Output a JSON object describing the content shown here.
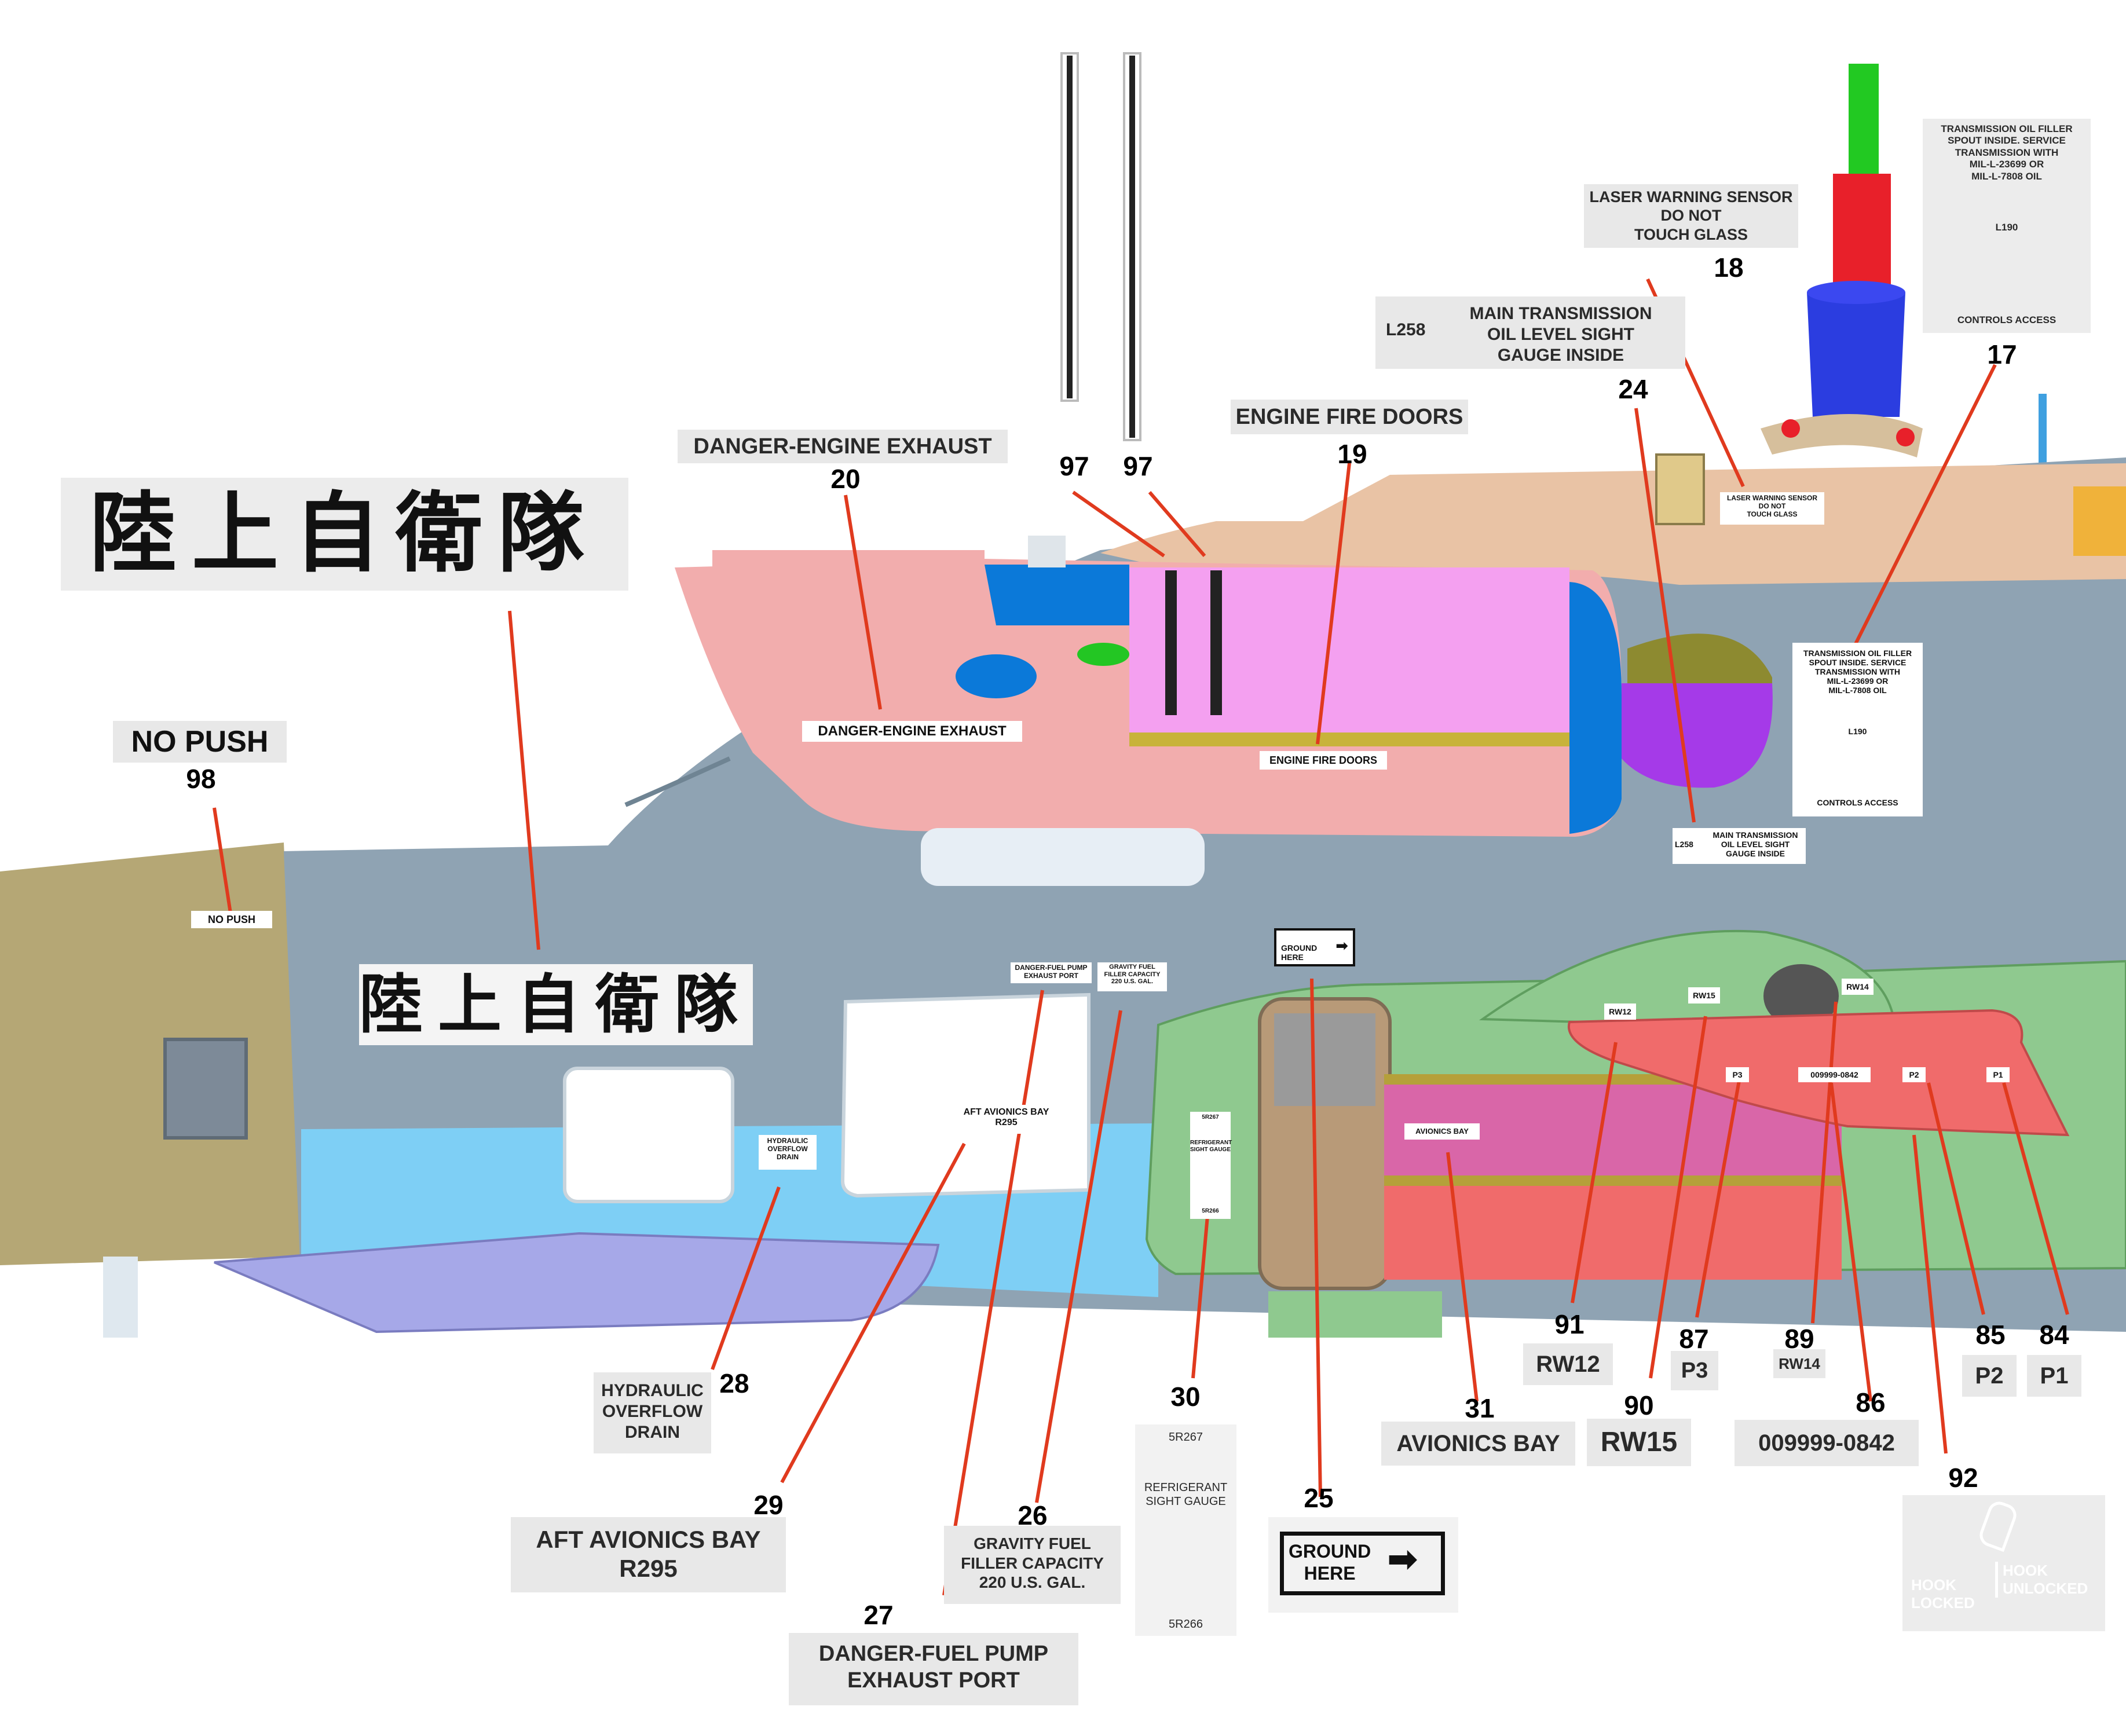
{
  "decals": {
    "jgsdf": "陸上自衛隊",
    "no_push": "NO PUSH",
    "danger_engine_exhaust": "DANGER-ENGINE EXHAUST",
    "engine_fire_doors": "ENGINE FIRE DOORS",
    "main_transmission": "MAIN TRANSMISSION\nOIL LEVEL SIGHT\nGAUGE INSIDE",
    "main_transmission_code": "L258",
    "laser_warning": "LASER WARNING SENSOR\nDO NOT\nTOUCH GLASS",
    "transmission_oil_filler": "TRANSMISSION OIL FILLER\nSPOUT INSIDE. SERVICE\nTRANSMISSION WITH\nMIL-L-23699 OR\nMIL-L-7808 OIL",
    "transmission_oil_code": "L190",
    "controls_access": "CONTROLS ACCESS",
    "hydraulic_overflow": "HYDRAULIC\nOVERFLOW\nDRAIN",
    "aft_avionics_bay": "AFT AVIONICS BAY\nR295",
    "gravity_fuel": "GRAVITY FUEL\nFILLER CAPACITY\n220 U.S. GAL.",
    "danger_fuel_pump": "DANGER-FUEL PUMP\nEXHAUST PORT",
    "refrigerant": "REFRIGERANT\nSIGHT GAUGE",
    "refrigerant_top": "5R267",
    "refrigerant_bottom": "5R266",
    "ground_here": "GROUND\nHERE",
    "avionics_bay": "AVIONICS BAY",
    "rw12": "RW12",
    "rw15": "RW15",
    "rw14": "RW14",
    "p3": "P3",
    "p2": "P2",
    "p1": "P1",
    "part_no": "009999-0842",
    "hook_locked": "HOOK\nLOCKED",
    "hook_unlocked": "HOOK\nUNLOCKED"
  },
  "callouts": {
    "n17": "17",
    "n18": "18",
    "n19": "19",
    "n20": "20",
    "n24": "24",
    "n25": "25",
    "n26": "26",
    "n27": "27",
    "n28": "28",
    "n29": "29",
    "n30": "30",
    "n31": "31",
    "n84": "84",
    "n85": "85",
    "n86": "86",
    "n87": "87",
    "n89": "89",
    "n90": "90",
    "n91": "91",
    "n92": "92",
    "n97a": "97",
    "n97b": "97",
    "n98": "98"
  },
  "colors": {
    "leader": "#e03a1e",
    "fuselage": "#8fa3b3",
    "tail_boom": "#b5a775",
    "nacelle": "#f2adad",
    "engine_bay": "#f4a0f0",
    "avionics_body": "#8fc98f",
    "panel_red": "#f06b6b",
    "underbelly": "#7ecff5",
    "fairing": "#a6a8e8",
    "transmission_deck": "#e9c3a5",
    "label_bg": "#e8e8e8"
  }
}
